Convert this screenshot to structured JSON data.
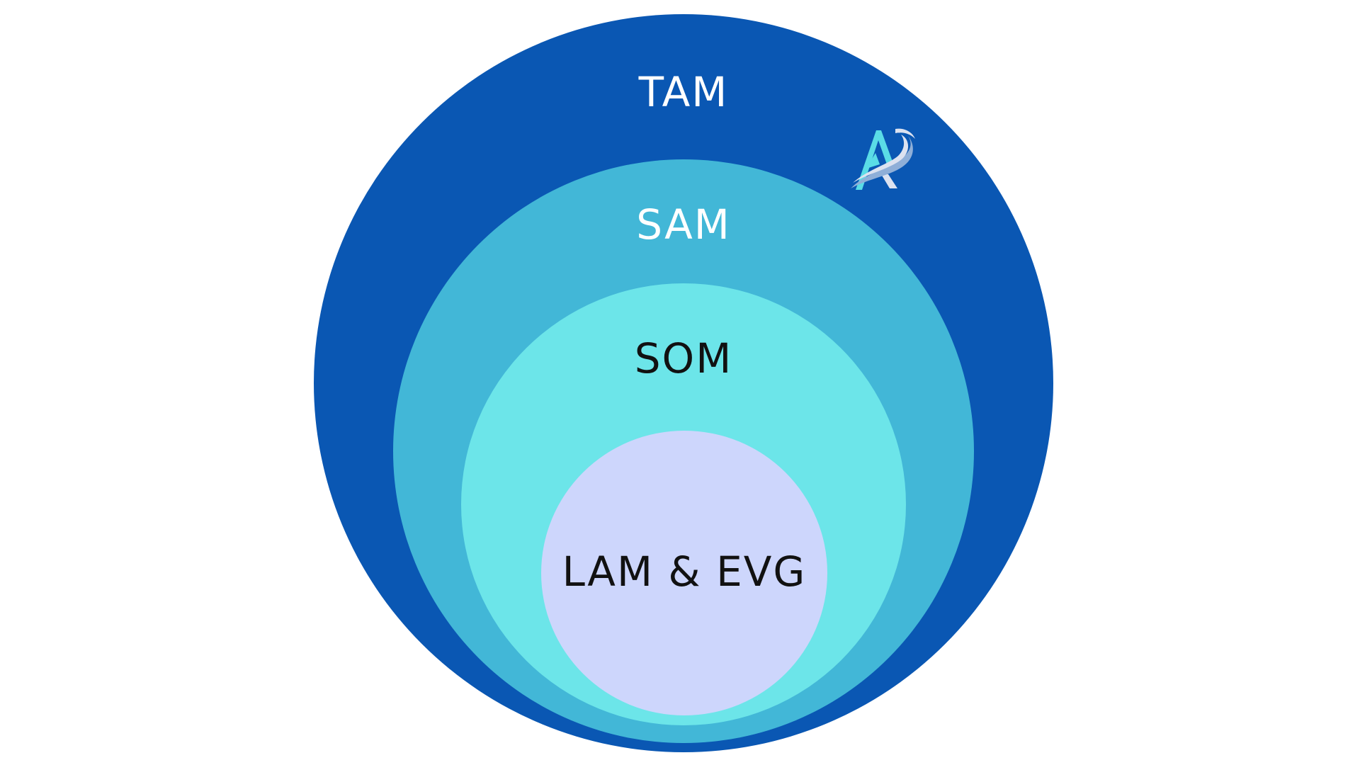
{
  "diagram": {
    "rings": [
      {
        "key": "tam",
        "label": "TAM",
        "fill": "#0A57B3",
        "text_color": "#FFFFFF"
      },
      {
        "key": "sam",
        "label": "SAM",
        "fill": "#42B7D7",
        "text_color": "#FFFFFF"
      },
      {
        "key": "som",
        "label": "SOM",
        "fill": "#6CE5E9",
        "text_color": "#111111"
      },
      {
        "key": "lam",
        "label": "LAM & EVG",
        "fill": "#CDD6FC",
        "text_color": "#111111"
      }
    ],
    "logo": {
      "icon": "ar-logo-icon",
      "colors": [
        "#5ADCE6",
        "#8FAFD8",
        "#DCE2F0"
      ]
    },
    "background": "#FFFFFF"
  }
}
